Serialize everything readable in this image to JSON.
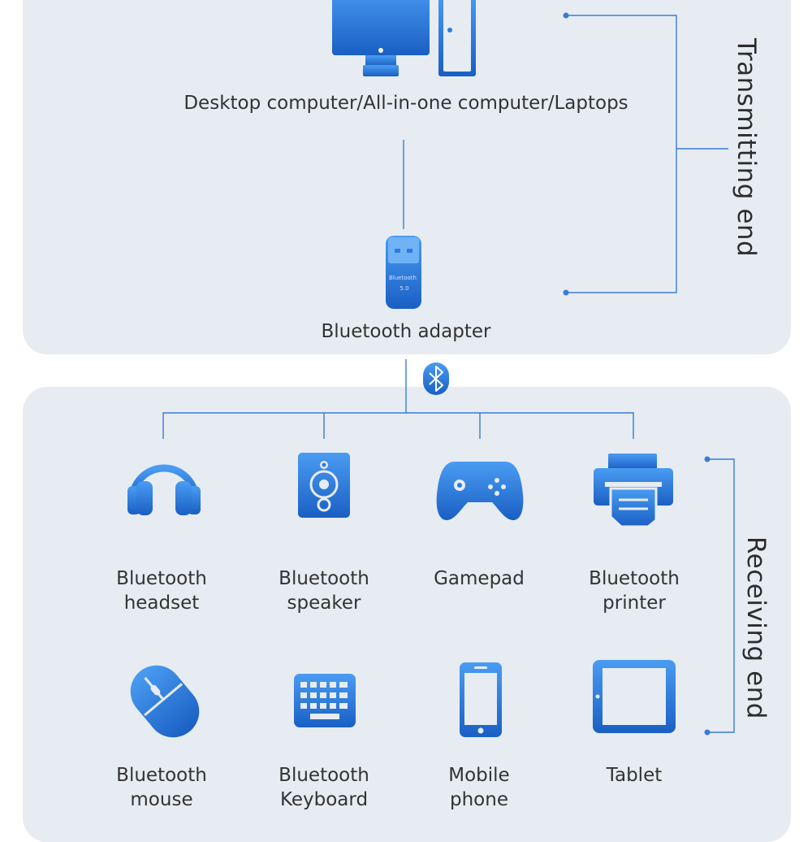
{
  "colors": {
    "accent": "#2E7BE0",
    "accent_light": "#4A9CF2",
    "accent_dark": "#1A5FC4",
    "line": "#3B7BD6",
    "panel": "#E7ECF2",
    "text": "#333333"
  },
  "transmitting": {
    "side_label": "Transmitting end",
    "computer_label": "Desktop computer/All-in-one computer/Laptops",
    "adapter_label": "Bluetooth adapter",
    "adapter_text": [
      "Bluetooth",
      "5.0"
    ]
  },
  "receiving": {
    "side_label": "Receiving end",
    "bluetooth_icon": "bluetooth-icon",
    "devices": [
      {
        "icon": "headset-icon",
        "label_lines": [
          "Bluetooth",
          "headset"
        ]
      },
      {
        "icon": "speaker-icon",
        "label_lines": [
          "Bluetooth",
          "speaker"
        ]
      },
      {
        "icon": "gamepad-icon",
        "label_lines": [
          "Gamepad"
        ]
      },
      {
        "icon": "printer-icon",
        "label_lines": [
          "Bluetooth",
          "printer"
        ]
      },
      {
        "icon": "mouse-icon",
        "label_lines": [
          "Bluetooth",
          "mouse"
        ]
      },
      {
        "icon": "keyboard-icon",
        "label_lines": [
          "Bluetooth",
          "Keyboard"
        ]
      },
      {
        "icon": "phone-icon",
        "label_lines": [
          "Mobile",
          "phone"
        ]
      },
      {
        "icon": "tablet-icon",
        "label_lines": [
          "Tablet"
        ]
      }
    ]
  }
}
